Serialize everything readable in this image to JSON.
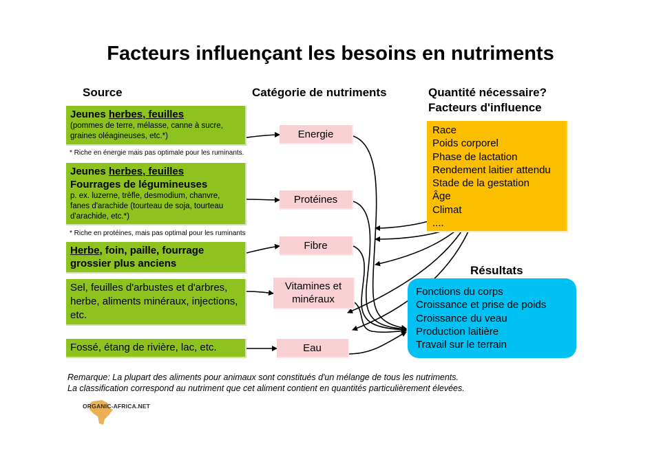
{
  "title": "Facteurs influençant les besoins en nutriments",
  "headers": {
    "source": "Source",
    "categorie": "Catégorie de nutriments",
    "quantite_line1": "Quantité nécessaire?",
    "quantite_line2": "Facteurs d'influence",
    "resultats": "Résultats"
  },
  "sources": [
    {
      "title_pre": "Jeunes ",
      "title_underlined": "herbes, feuilles",
      "detail": "(pommes de terre, mélasse, canne à sucre, graines oléagineuses, etc.*)",
      "note": "* Riche en énergie mais pas optimale pour les ruminants."
    },
    {
      "title_pre": "Jeunes ",
      "title_underlined": "herbes, feuilles",
      "line2": "Fourrages de légumineuses",
      "detail": "p. ex. luzerne, trèfle, desmodium, chanvre, fanes d'arachide (tourteau de soja, tourteau d'arachide, etc.*)",
      "note": "* Riche en protéines, mais pas optimal pour les ruminants"
    },
    {
      "title_underlined": "Herbe",
      "title_rest": ", foin, paille, fourrage grossier plus anciens"
    },
    {
      "text": "Sel, feuilles d'arbustes et d'arbres, herbe, aliments minéraux, injections, etc."
    },
    {
      "text": "Fossé, étang de rivière, lac, etc."
    }
  ],
  "categories": [
    "Energie",
    "Protéines",
    "Fibre",
    "Vitamines et minéraux",
    "Eau"
  ],
  "factors": [
    "Race",
    "Poids corporel",
    "Phase de lactation",
    "Rendement laitier attendu",
    "Stade de la gestation",
    "Âge",
    "Climat",
    "...."
  ],
  "results": [
    "Fonctions du corps",
    "Croissance et prise de poids",
    "Croissance du veau",
    "Production laitière",
    "Travail sur le terrain"
  ],
  "remark": {
    "line1": "Remarque: La plupart des aliments pour animaux sont constitués d'un mélange de tous les nutriments.",
    "line2": "La classification correspond au nutriment que cet aliment contient en quantités particulièrement élevées."
  },
  "logo": {
    "text": "ORGANIC-AFRICA.NET",
    "color": "#e8a33a"
  },
  "colors": {
    "green": "#8dc21f",
    "pink": "#f9d0d4",
    "orange": "#fcbf00",
    "blue": "#00c1f2"
  }
}
